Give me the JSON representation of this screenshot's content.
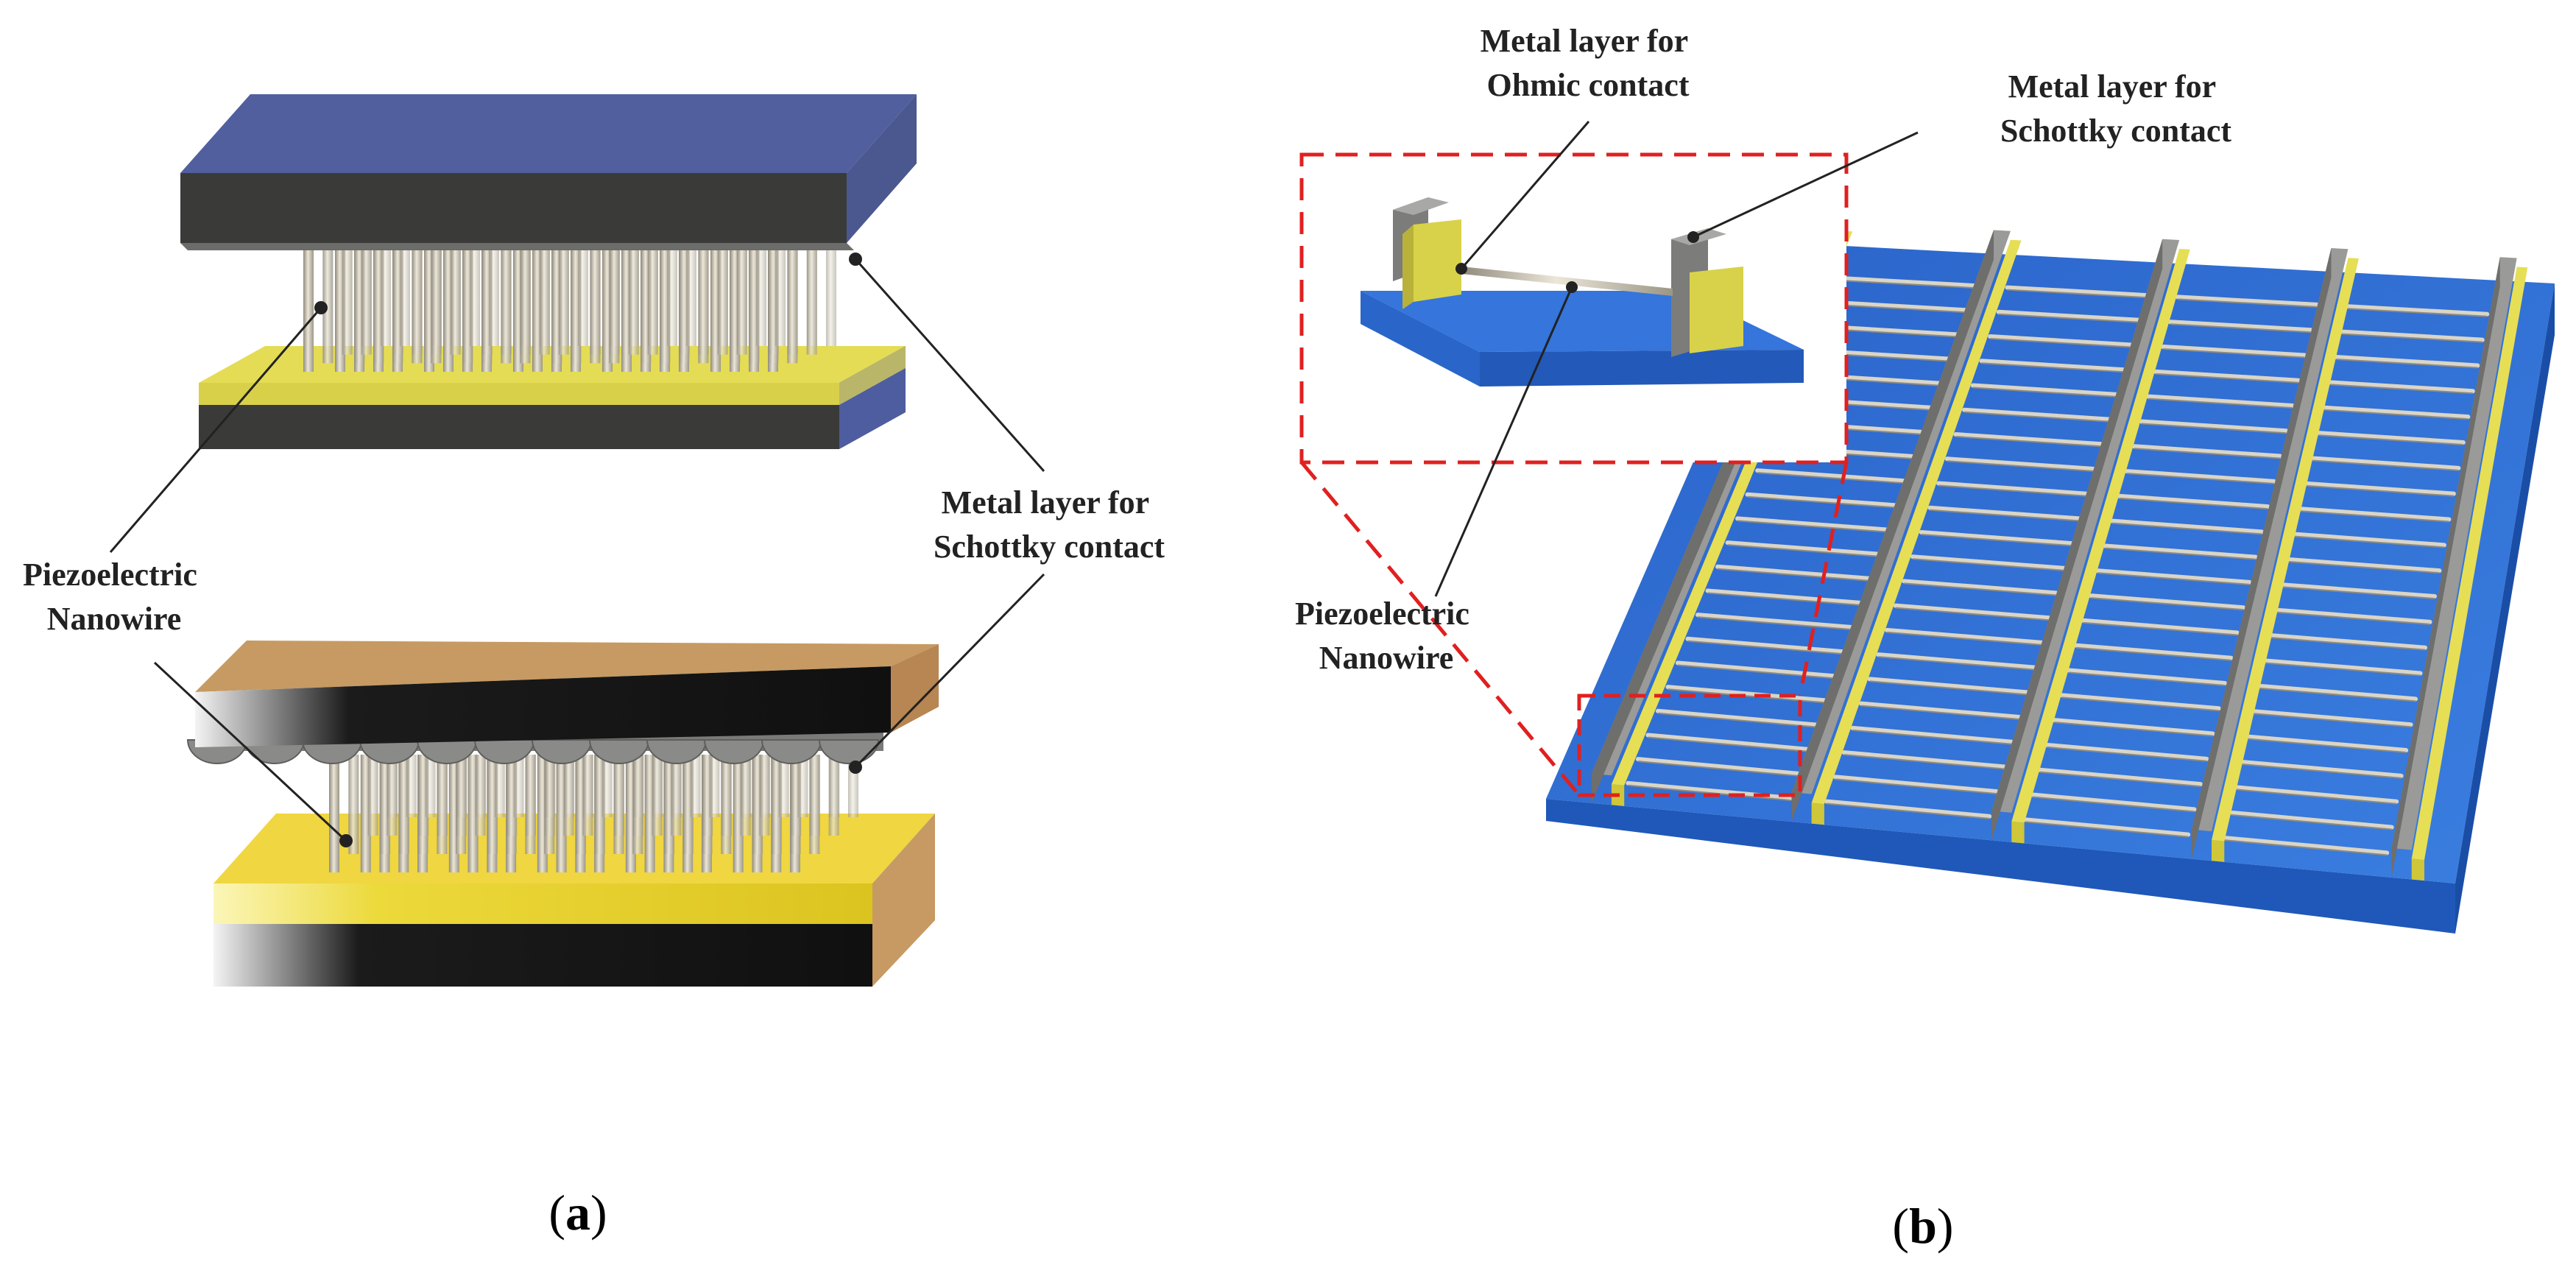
{
  "panel_a": {
    "label_nanowire": [
      "Piezoelectric",
      "Nanowire"
    ],
    "label_schottky": [
      "Metal layer for",
      "Schottky contact"
    ],
    "caption": {
      "open": "(",
      "letter": "a",
      "close": ")"
    }
  },
  "panel_b": {
    "label_ohmic": [
      "Metal layer for",
      "Ohmic contact"
    ],
    "label_schottky": [
      "Metal layer for",
      "Schottky contact"
    ],
    "label_nanowire": [
      "Piezoelectric",
      "Nanowire"
    ],
    "caption": {
      "open": "(",
      "letter": "b",
      "close": ")"
    }
  },
  "colors": {
    "substrate_dark": "#3a3a38",
    "top_plate_blue": "#4f5d9e",
    "gold_layer": "#d8d24a",
    "bronze_side": "#c69a62",
    "substrate_blue": "#2f6fd2",
    "electrode_grey": "#7b7b7b",
    "nanowire": "#c7c2b2",
    "zoom_box": "#e02020"
  }
}
